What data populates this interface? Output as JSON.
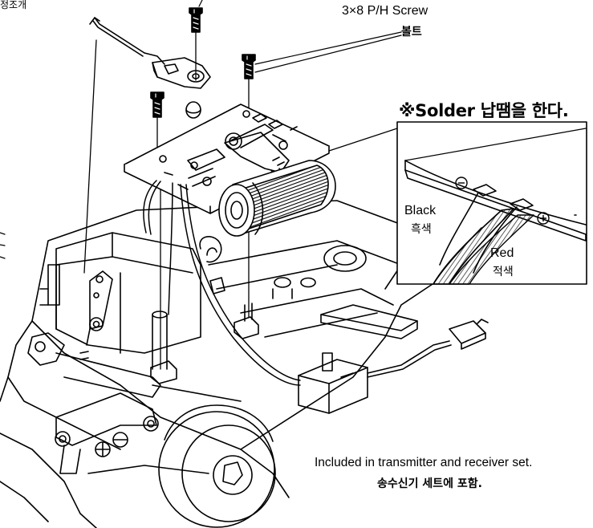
{
  "labels": {
    "top_left_fragment": "정조개",
    "screw_spec": "3×8 P/H Screw",
    "screw_spec_ko": "볼트",
    "solder_note": "※Solder 납땜을 한다.",
    "black_wire": "Black",
    "black_wire_ko": "흑색",
    "red_wire": "Red",
    "red_wire_ko": "적색",
    "minus_symbol": "⊖",
    "plus_symbol": "⊕",
    "included_note": "Included in transmitter and receiver set.",
    "included_note_ko": "송수신기 세트에 포함."
  },
  "colors": {
    "ink": "#000000",
    "paper": "#ffffff",
    "hatch": "#555555"
  }
}
